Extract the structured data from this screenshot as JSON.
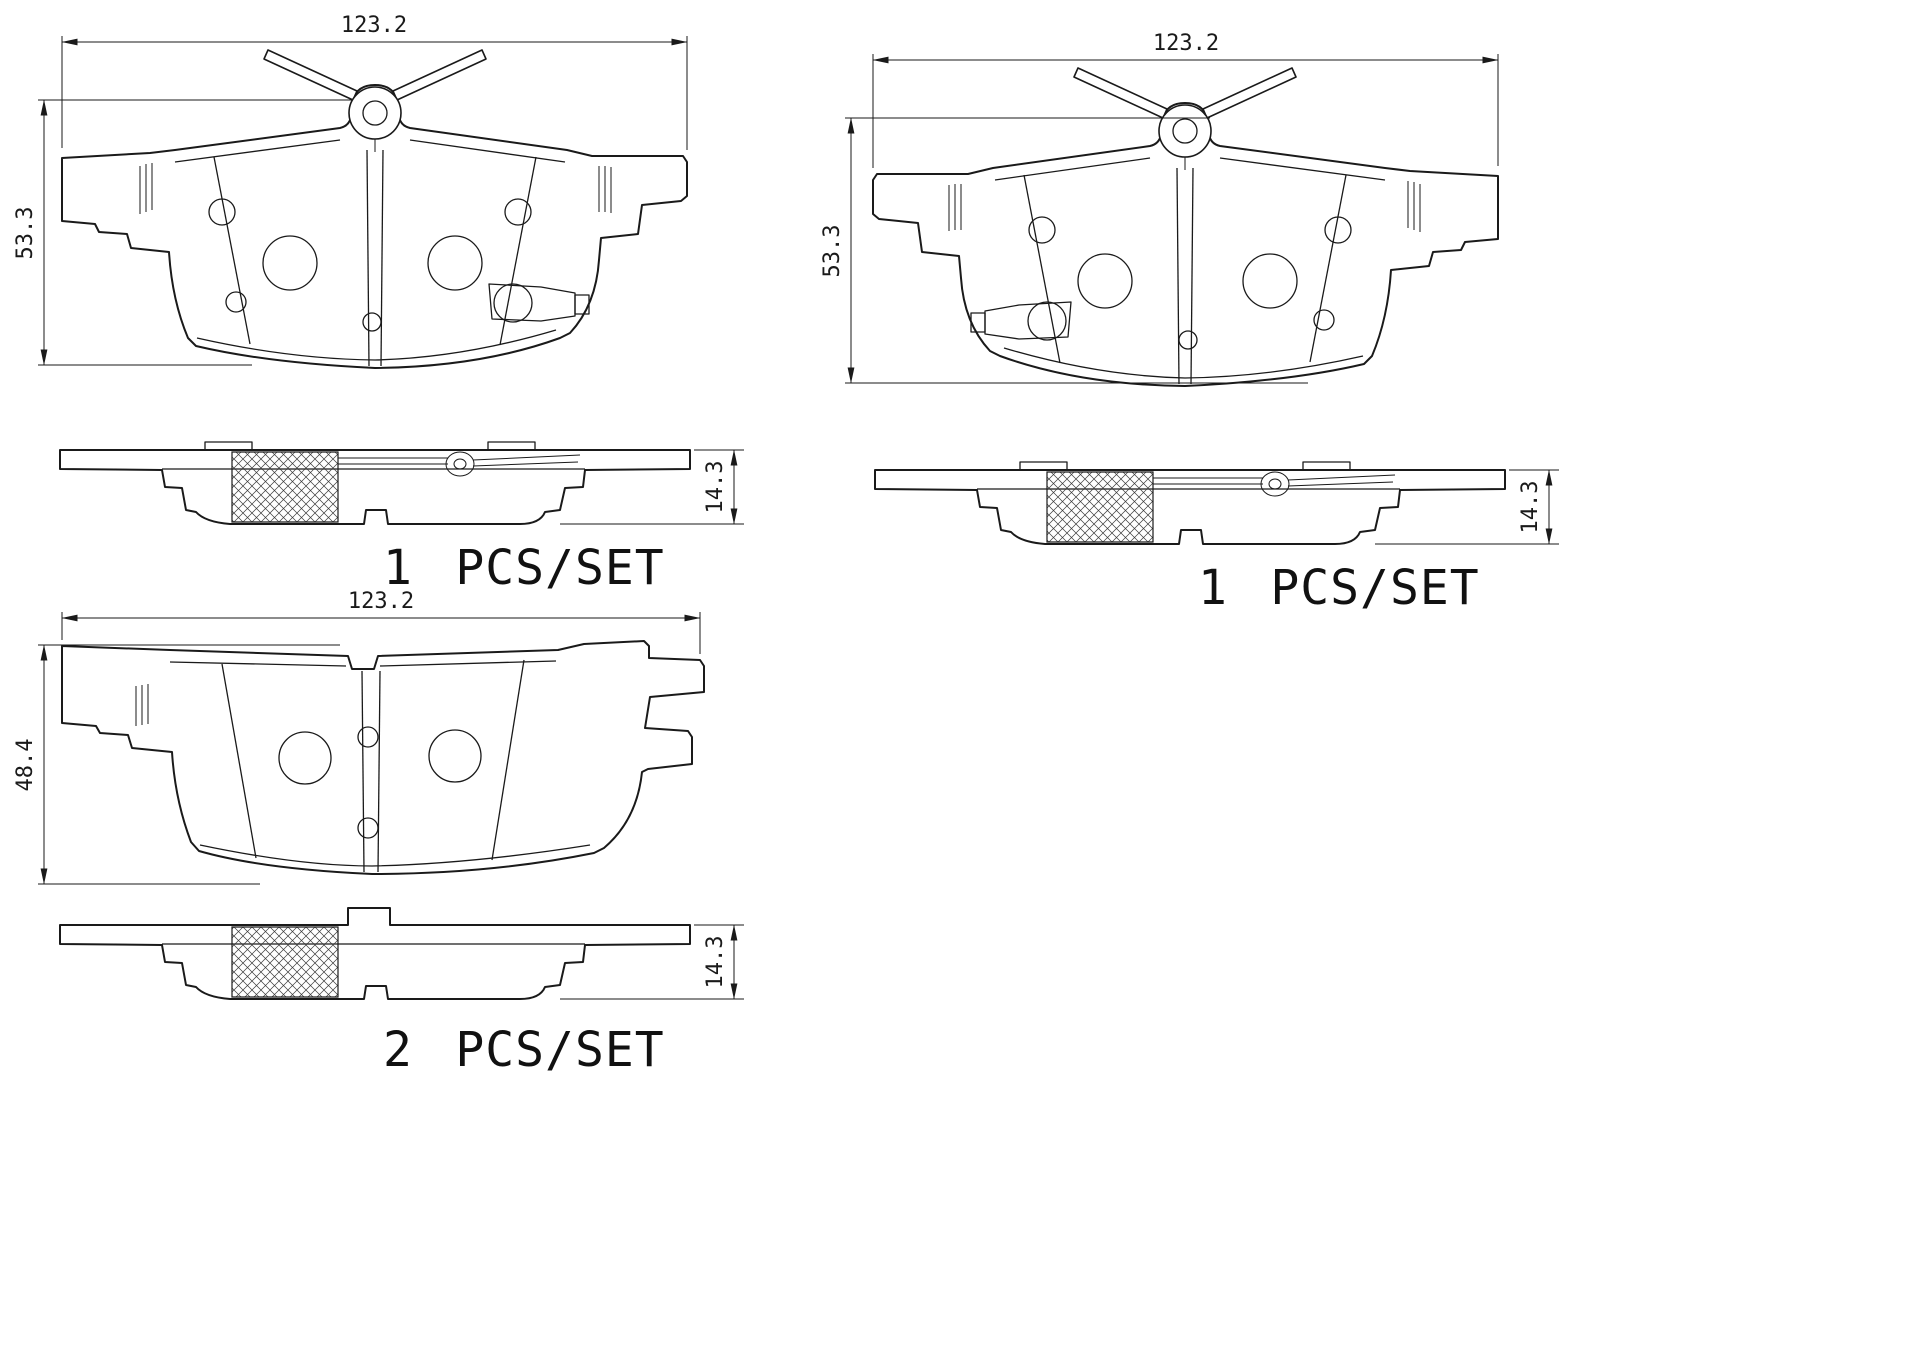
{
  "page": {
    "background": "#ffffff",
    "line_color": "#1a1a1a"
  },
  "views": {
    "front_top_left": {
      "width_mm": "123.2",
      "height_mm": "53.3"
    },
    "front_top_right": {
      "width_mm": "123.2",
      "height_mm": "53.3"
    },
    "side_top_left": {
      "thickness_mm": "14.3",
      "quantity": "1",
      "unit": "PCS/SET"
    },
    "side_top_right": {
      "thickness_mm": "14.3",
      "quantity": "1",
      "unit": "PCS/SET"
    },
    "front_bottom": {
      "width_mm": "123.2",
      "height_mm": "48.4"
    },
    "side_bottom": {
      "thickness_mm": "14.3",
      "quantity": "2",
      "unit": "PCS/SET"
    }
  }
}
